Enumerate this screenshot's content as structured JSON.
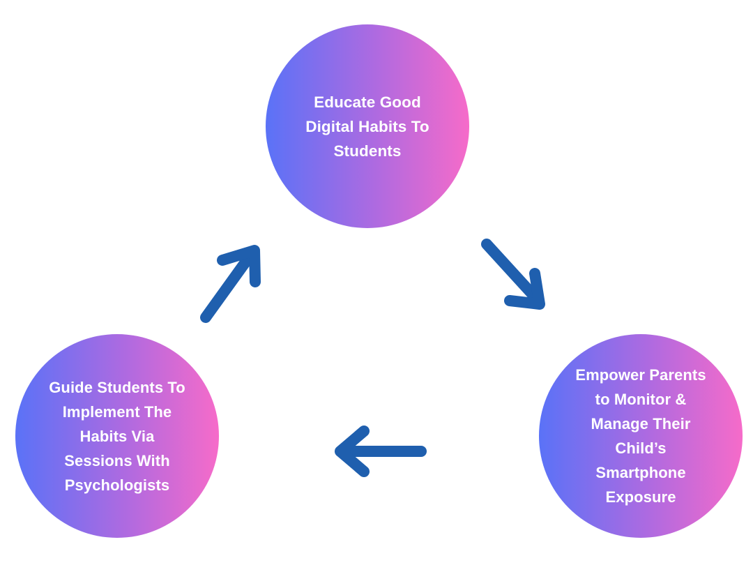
{
  "colors": {
    "gradient_start": "#5a72f7",
    "gradient_mid": "#b06ae0",
    "gradient_end": "#f66bc9",
    "arrow": "#1f5fae",
    "background": "#ffffff"
  },
  "cycle": {
    "nodes": [
      {
        "id": "top",
        "label": "Educate Good\nDigital Habits To\nStudents"
      },
      {
        "id": "right",
        "label": "Empower Parents\nto Monitor &\nManage Their\nChild’s\nSmartphone\nExposure"
      },
      {
        "id": "left",
        "label": "Guide Students To\nImplement The\nHabits Via\nSessions With\nPsychologists"
      }
    ],
    "arrows": [
      {
        "from": "top",
        "to": "right",
        "icon": "arrow-down-right-icon"
      },
      {
        "from": "right",
        "to": "left",
        "icon": "arrow-left-icon"
      },
      {
        "from": "left",
        "to": "top",
        "icon": "arrow-up-right-icon"
      }
    ]
  }
}
